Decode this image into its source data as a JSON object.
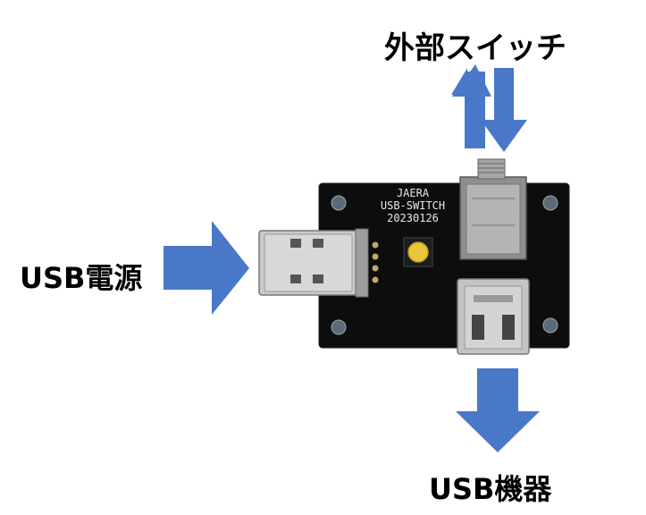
{
  "labels": {
    "power_in": "USB電源",
    "external_switch": "外部スイッチ",
    "usb_device": "USB機器"
  },
  "board": {
    "silkscreen_brand": "JAERA",
    "silkscreen_name": "USB-SWITCH",
    "silkscreen_date": "20230126"
  },
  "colors": {
    "arrow": "#4a78c8",
    "pcb": "#0d0d0d",
    "button": "#e8c63a",
    "metal": "#b8b8b8"
  }
}
